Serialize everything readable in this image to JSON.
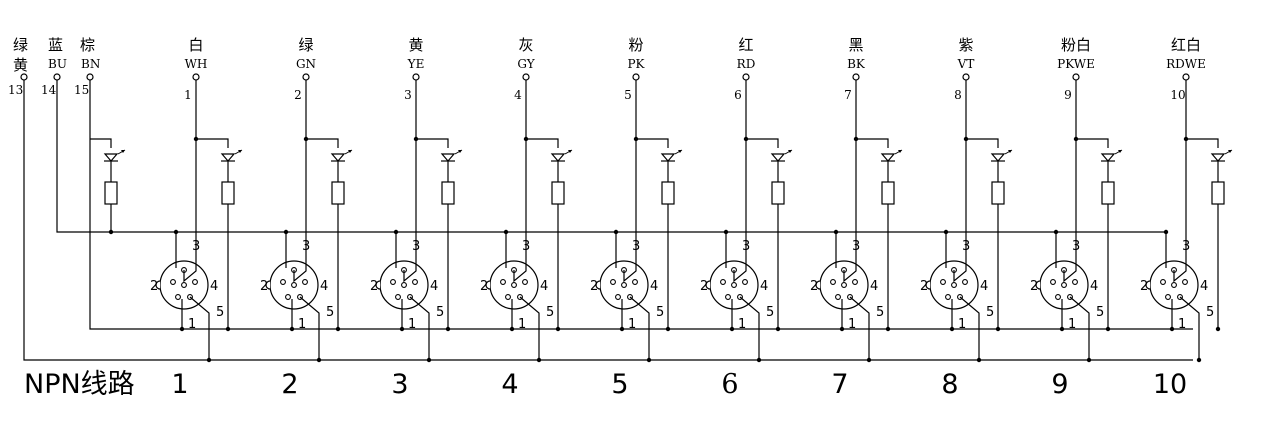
{
  "common_terminals": [
    {
      "color_cn": "绿",
      "color_cn2": "黄",
      "code": "",
      "pin": "13"
    },
    {
      "color_cn": "蓝",
      "code": "BU",
      "pin": "14"
    },
    {
      "color_cn": "棕",
      "code": "BN",
      "pin": "15"
    }
  ],
  "channels": [
    {
      "color_cn": "白",
      "code": "WH",
      "pin": "1",
      "number": "1"
    },
    {
      "color_cn": "绿",
      "code": "GN",
      "pin": "2",
      "number": "2"
    },
    {
      "color_cn": "黄",
      "code": "YE",
      "pin": "3",
      "number": "3"
    },
    {
      "color_cn": "灰",
      "code": "GY",
      "pin": "4",
      "number": "4"
    },
    {
      "color_cn": "粉",
      "code": "PK",
      "pin": "5",
      "number": "5"
    },
    {
      "color_cn": "红",
      "code": "RD",
      "pin": "6",
      "number": "6"
    },
    {
      "color_cn": "黑",
      "code": "BK",
      "pin": "7",
      "number": "7"
    },
    {
      "color_cn": "紫",
      "code": "VT",
      "pin": "8",
      "number": "8"
    },
    {
      "color_cn": "粉白",
      "code": "PKWE",
      "pin": "9",
      "number": "9"
    },
    {
      "color_cn": "红白",
      "code": "RDWE",
      "pin": "10",
      "number": "10"
    }
  ],
  "connector_pins": {
    "p1": "1",
    "p2": "2",
    "p3": "3",
    "p4": "4",
    "p5": "5"
  },
  "footer": {
    "label": "NPN线路"
  }
}
